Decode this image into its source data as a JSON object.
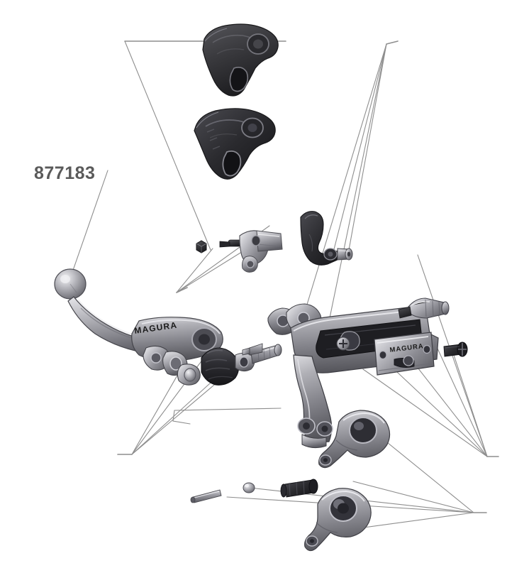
{
  "document": {
    "type": "exploded-parts-diagram",
    "subject": "Hydraulic brake lever assembly",
    "background_color": "#ffffff"
  },
  "labels": {
    "part_number": "877183"
  },
  "branding": {
    "lever_mark": "MAGURA",
    "reservoir_cover_mark": "MAGURA"
  },
  "colors": {
    "label_text": "#5a5a5a",
    "leader_line": "#8e8e8e",
    "dark_part": "#3a3a3c",
    "darkest_part": "#232325",
    "mid_metal": "#9a9a9e",
    "light_metal": "#c9c9cd",
    "highlight": "#e8e8ea",
    "shadow": "#55555a",
    "outline": "#2b2b2d"
  },
  "parts": [
    {
      "id": "lever-blade-upper",
      "name": "Lever blade bracket (upper)",
      "finish": "dark"
    },
    {
      "id": "lever-blade-lower",
      "name": "Lever blade bracket (lower)",
      "finish": "dark"
    },
    {
      "id": "hex-nut",
      "name": "Hex nut",
      "finish": "dark"
    },
    {
      "id": "reach-adjuster",
      "name": "Reach adjuster mechanism",
      "finish": "metal"
    },
    {
      "id": "pivot-lever",
      "name": "Pivot lever arm",
      "finish": "dark"
    },
    {
      "id": "pivot-bolt",
      "name": "Pivot bolt",
      "finish": "metal"
    },
    {
      "id": "brake-lever",
      "name": "Brake lever with ball end",
      "finish": "metal"
    },
    {
      "id": "rubber-boot",
      "name": "Rubber boot",
      "finish": "dark"
    },
    {
      "id": "pushrod",
      "name": "Pushrod",
      "finish": "metal"
    },
    {
      "id": "master-cylinder",
      "name": "Master cylinder body",
      "finish": "metal"
    },
    {
      "id": "reservoir-cover",
      "name": "Reservoir cover plate",
      "finish": "metal"
    },
    {
      "id": "hose-fitting",
      "name": "Hose banjo fitting",
      "finish": "metal"
    },
    {
      "id": "cover-screw",
      "name": "Cover screw",
      "finish": "dark"
    },
    {
      "id": "clamp-upper",
      "name": "Handlebar clamp half (upper)",
      "finish": "metal"
    },
    {
      "id": "clamp-lower",
      "name": "Handlebar clamp half (lower)",
      "finish": "metal"
    },
    {
      "id": "dowel-pin",
      "name": "Dowel pin",
      "finish": "metal"
    },
    {
      "id": "ball-bearing",
      "name": "Ball / plunger",
      "finish": "metal"
    },
    {
      "id": "clamp-bolt",
      "name": "Clamp bolt",
      "finish": "dark"
    }
  ]
}
